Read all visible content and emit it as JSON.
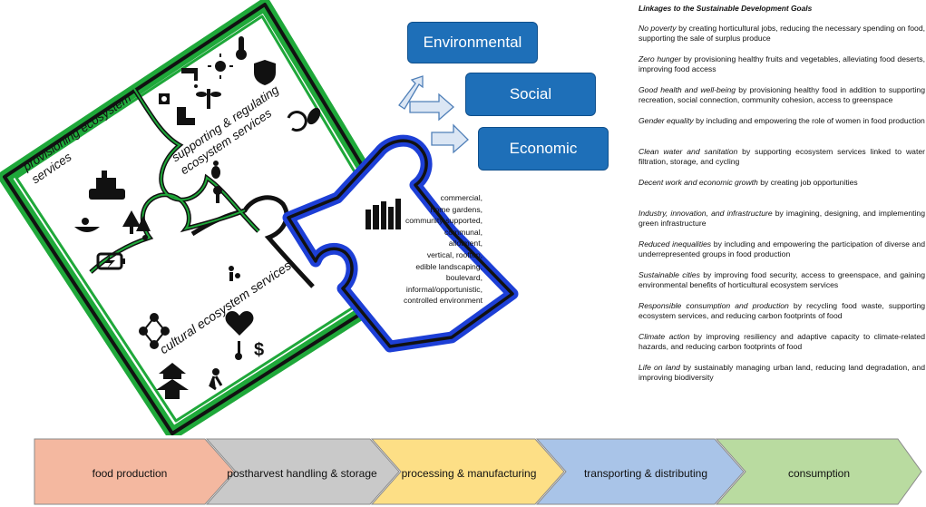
{
  "puzzle": {
    "provisioning": "provisioning ecosystem services",
    "supporting": "supporting & regulating ecosystem services",
    "cultural": "cultural ecosystem services",
    "types": [
      "commercial,",
      "home gardens,",
      "community-supported,",
      "communal,",
      "allotment,",
      "vertical, rooftop,",
      "edible landscaping,",
      "boulevard,",
      "informal/opportunistic,",
      "controlled environment"
    ]
  },
  "pillars": [
    "Environmental",
    "Social",
    "Economic"
  ],
  "sdg": {
    "title": "Linkages to the Sustainable Development Goals",
    "bullet": "",
    "items": [
      {
        "goal": "No poverty",
        "text": " by creating horticultural jobs, reducing the necessary spending on food, supporting the sale of surplus produce"
      },
      {
        "goal": "Zero hunger",
        "text": " by provisioning healthy fruits and vegetables, alleviating food deserts, improving food access"
      },
      {
        "goal": "Good health and well-being",
        "text": " by provisioning healthy food in addition to supporting recreation, social connection, community cohesion, access to greenspace"
      },
      {
        "goal": "Gender equality",
        "text": " by including and empowering the role of women in food production"
      },
      {
        "goal": "Clean water and sanitation",
        "text": " by supporting ecosystem services linked to water filtration, storage, and cycling"
      },
      {
        "goal": "Decent work and economic growth",
        "text": " by creating job opportunities"
      },
      {
        "goal": "Industry, innovation, and infrastructure",
        "text": " by imagining, designing, and implementing green infrastructure"
      },
      {
        "goal": "Reduced inequalities",
        "text": " by including and empowering the participation of diverse and underrepresented groups in food production"
      },
      {
        "goal": "Sustainable cities",
        "text": " by improving food security, access to greenspace, and gaining environmental benefits of horticultural ecosystem services"
      },
      {
        "goal": "Responsible consumption and production",
        "text": " by recycling food waste, supporting ecosystem services, and reducing carbon footprints of food"
      },
      {
        "goal": "Climate action",
        "text": " by improving resiliency and adaptive capacity to climate-related hazards, and reducing carbon footprints of food"
      },
      {
        "goal": "Life on land",
        "text": " by sustainably managing urban land, reducing land degradation, and improving biodiversity"
      }
    ]
  },
  "chain": [
    {
      "label": "food production",
      "color": "#f4b8a0"
    },
    {
      "label": "postharvest handling & storage",
      "color": "#c9c9c9"
    },
    {
      "label": "processing & manufacturing",
      "color": "#fddf86"
    },
    {
      "label": "transporting & distributing",
      "color": "#a9c4e8"
    },
    {
      "label": "consumption",
      "color": "#b9dba0"
    }
  ],
  "colors": {
    "puzzle_green": "#1fa83a",
    "puzzle_blue": "#1d3fd6",
    "pillar_blue": "#1e6fb8",
    "arrow_fill": "#dbe6f4"
  }
}
